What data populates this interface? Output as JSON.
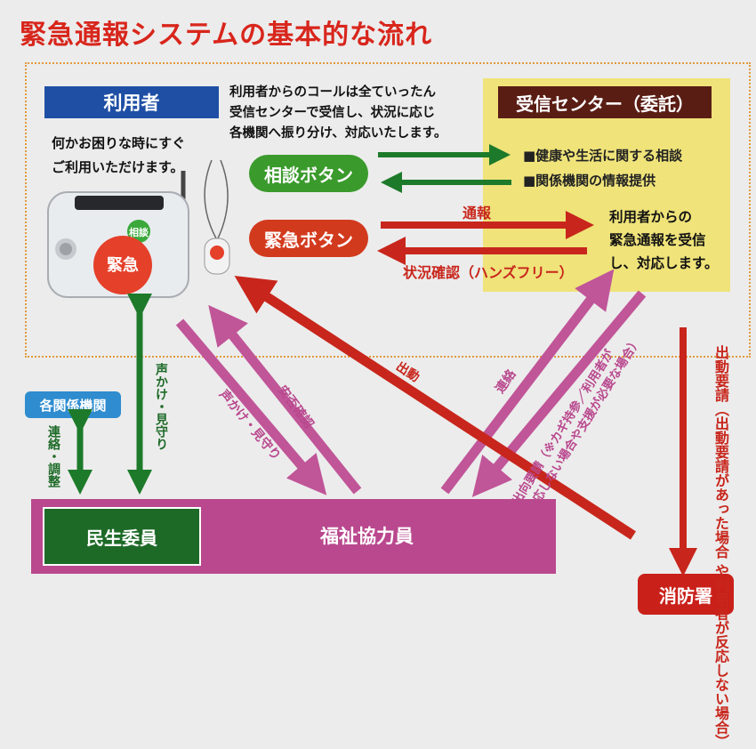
{
  "title": "緊急通報システムの基本的な流れ",
  "user": {
    "label": "利用者",
    "desc": "何かお困りな時にすぐ\nご利用いただけます。",
    "device_emergency_label": "緊急",
    "device_consult_label": "相談"
  },
  "center": {
    "label": "受信センター（委託）",
    "desc": "利用者からのコールは全ていったん\n受信センターで受信し、状況に応じ\n各機関へ振り分け、対応いたします。",
    "consult_button": "相談ボタン",
    "emergency_button": "緊急ボタン",
    "service1": "■健康や生活に関する相談",
    "service2": "■関係機関の情報提供",
    "report_label": "通報",
    "status_label": "状況確認（ハンズフリー）",
    "receive_desc": "利用者からの\n緊急通報を受信\nし、対応します。"
  },
  "agency": {
    "label": "各関係機関",
    "liaison": "連絡・調整"
  },
  "minsei": {
    "label": "民生委員",
    "watch": "声かけ・見守り"
  },
  "welfare": {
    "label": "福祉協力員",
    "watch": "声かけ・見守り",
    "safety": "安否確認",
    "contact": "連絡",
    "request_line1": "出向要請（※カギ持参／利用者が",
    "request_line2": "反応しない場合や支援が必要な場合）"
  },
  "fire": {
    "label": "消防署",
    "dispatch": "出動",
    "request": "出動要請（出動要請があった場合\nや利用者が反応しない場合）"
  },
  "colors": {
    "green": "#1d7a2a",
    "red": "#c8261c",
    "pink": "#c05598",
    "blue": "#1f4fa5",
    "yellow": "#efe37a"
  }
}
